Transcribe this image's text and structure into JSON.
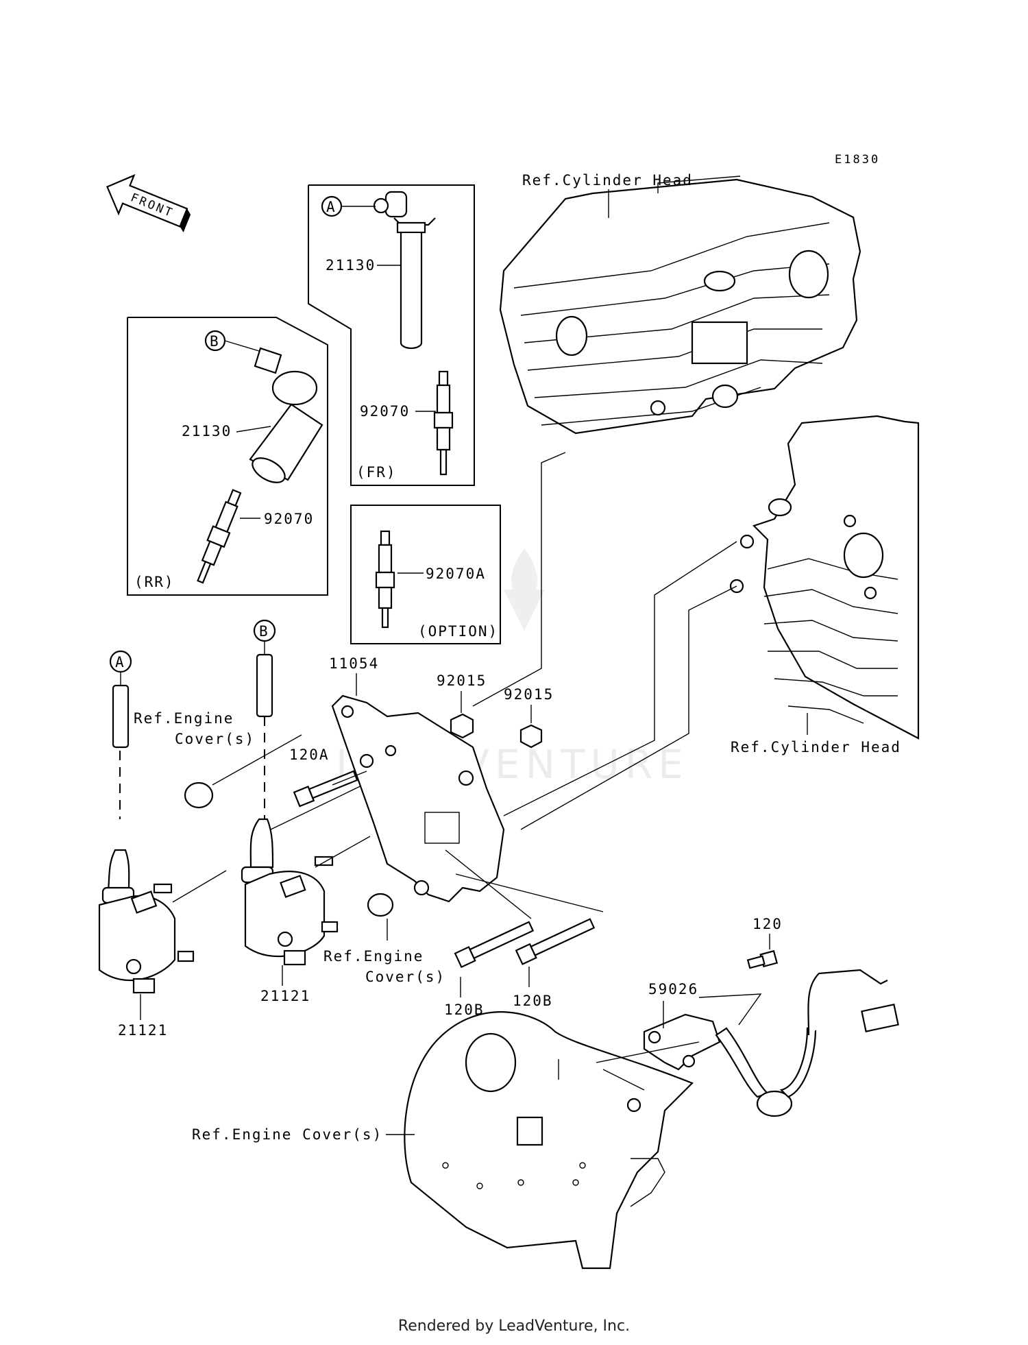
{
  "diagram_code": "E1830",
  "front_arrow_label": "FRONT",
  "labels": {
    "ref_cylinder_head_top": "Ref.Cylinder Head",
    "ref_cylinder_head_right": "Ref.Cylinder Head",
    "ref_engine_cover_left_1": "Ref.Engine",
    "ref_engine_cover_left_2": "Cover(s)",
    "ref_engine_cover_mid_1": "Ref.Engine",
    "ref_engine_cover_mid_2": "Cover(s)",
    "ref_engine_cover_bottom": "Ref.Engine Cover(s)"
  },
  "boxes": {
    "fr": "(FR)",
    "rr": "(RR)",
    "option": "(OPTION)"
  },
  "callouts": {
    "a": "A",
    "b": "B"
  },
  "parts": {
    "cap_fr": "21130",
    "plug_fr": "92070",
    "cap_rr": "21130",
    "plug_rr": "92070",
    "plug_option": "92070A",
    "bracket": "11054",
    "nut_1": "92015",
    "nut_2": "92015",
    "bolt_120a": "120A",
    "bolt_120b_1": "120B",
    "bolt_120b_2": "120B",
    "coil_left": "21121",
    "coil_right": "21121",
    "bolt_120": "120",
    "sensor": "59026"
  },
  "watermark": "LEADVENTURE",
  "footer": "Rendered by LeadVenture, Inc."
}
